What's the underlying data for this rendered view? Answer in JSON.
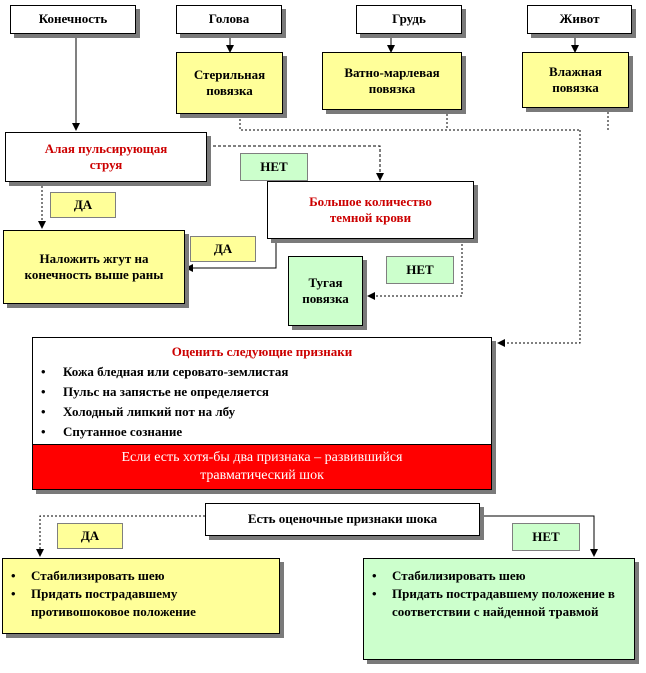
{
  "headers": {
    "limb": "Конечность",
    "head": "Голова",
    "chest": "Грудь",
    "belly": "Живот"
  },
  "bandages": {
    "sterile": "Стерильная повязка",
    "cotton_gauze": "Ватно-марлевая повязка",
    "wet": "Влажная повязка"
  },
  "arterial": "Алая пульсирующая струя",
  "venous": "Большое количество темной крови",
  "tourniquet": "Наложить жгут на конечность выше раны",
  "tight_bandage": "Тугая повязка",
  "labels": {
    "yes": "ДА",
    "no": "НЕТ"
  },
  "assess": {
    "title": "Оценить следующие признаки",
    "items": [
      "Кожа бледная или серовато-землистая",
      "Пульс на запястье не определяется",
      "Холодный липкий пот на лбу",
      "Спутанное сознание"
    ],
    "shock_note": "Если есть хотя-бы два признака – развившийся травматический шок"
  },
  "decision": "Есть оценочные признаки шока",
  "yes_actions": [
    "Стабилизировать шею",
    "Придать пострадавшему противошоковое положение"
  ],
  "no_actions": [
    "Стабилизировать шею",
    "Придать пострадавшему положение в соответствии с найденной травмой"
  ],
  "colors": {
    "yellow": "#ffff99",
    "green": "#ccffcc",
    "red_band": "#ff0000",
    "red_text": "#cc0000",
    "shadow": "#7a7a7a"
  }
}
